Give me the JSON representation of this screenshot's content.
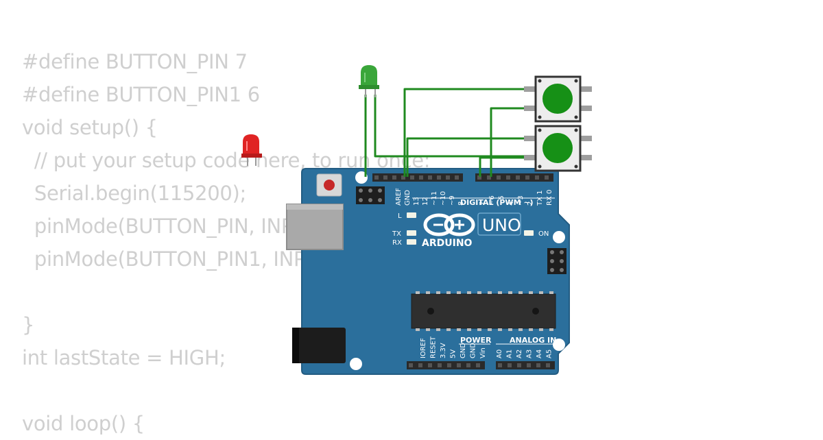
{
  "code_lines": [
    "#define BUTTON_PIN 7",
    "#define BUTTON_PIN1 6",
    "void setup() {",
    "  // put your setup code here, to run once:",
    "  Serial.begin(115200);",
    "  pinMode(BUTTON_PIN, INPUT_PULLUP);",
    "  pinMode(BUTTON_PIN1, INPUT_PULLUP);",
    "",
    "}",
    "int lastState = HIGH;",
    "",
    "void loop() {"
  ],
  "board": {
    "model_label": "UNO",
    "brand_label": "ARDUINO",
    "digital_header_label": "DIGITAL (PWM ~)",
    "power_label": "POWER",
    "analog_label": "ANALOG IN",
    "on_label": "ON",
    "led_l_label": "L",
    "tx_label": "TX",
    "rx_label": "RX",
    "digital_pins": [
      "AREF",
      "GND",
      "13",
      "12",
      "~11",
      "~10",
      "~9",
      "8",
      "7",
      "~6",
      "~5",
      "4",
      "~3",
      "2",
      "TX 1",
      "RX 0"
    ],
    "power_pins": [
      "IOREF",
      "RESET",
      "3.3V",
      "5V",
      "GND",
      "GND",
      "Vin"
    ],
    "analog_pins": [
      "A0",
      "A1",
      "A2",
      "A3",
      "A4",
      "A5"
    ]
  },
  "colors": {
    "board": "#2b6f9c",
    "wire": "#1f8a1f",
    "led_green": "#3aa63a",
    "led_red": "#e02424",
    "button_cap": "#169016",
    "code_text": "#cfcfcf"
  }
}
